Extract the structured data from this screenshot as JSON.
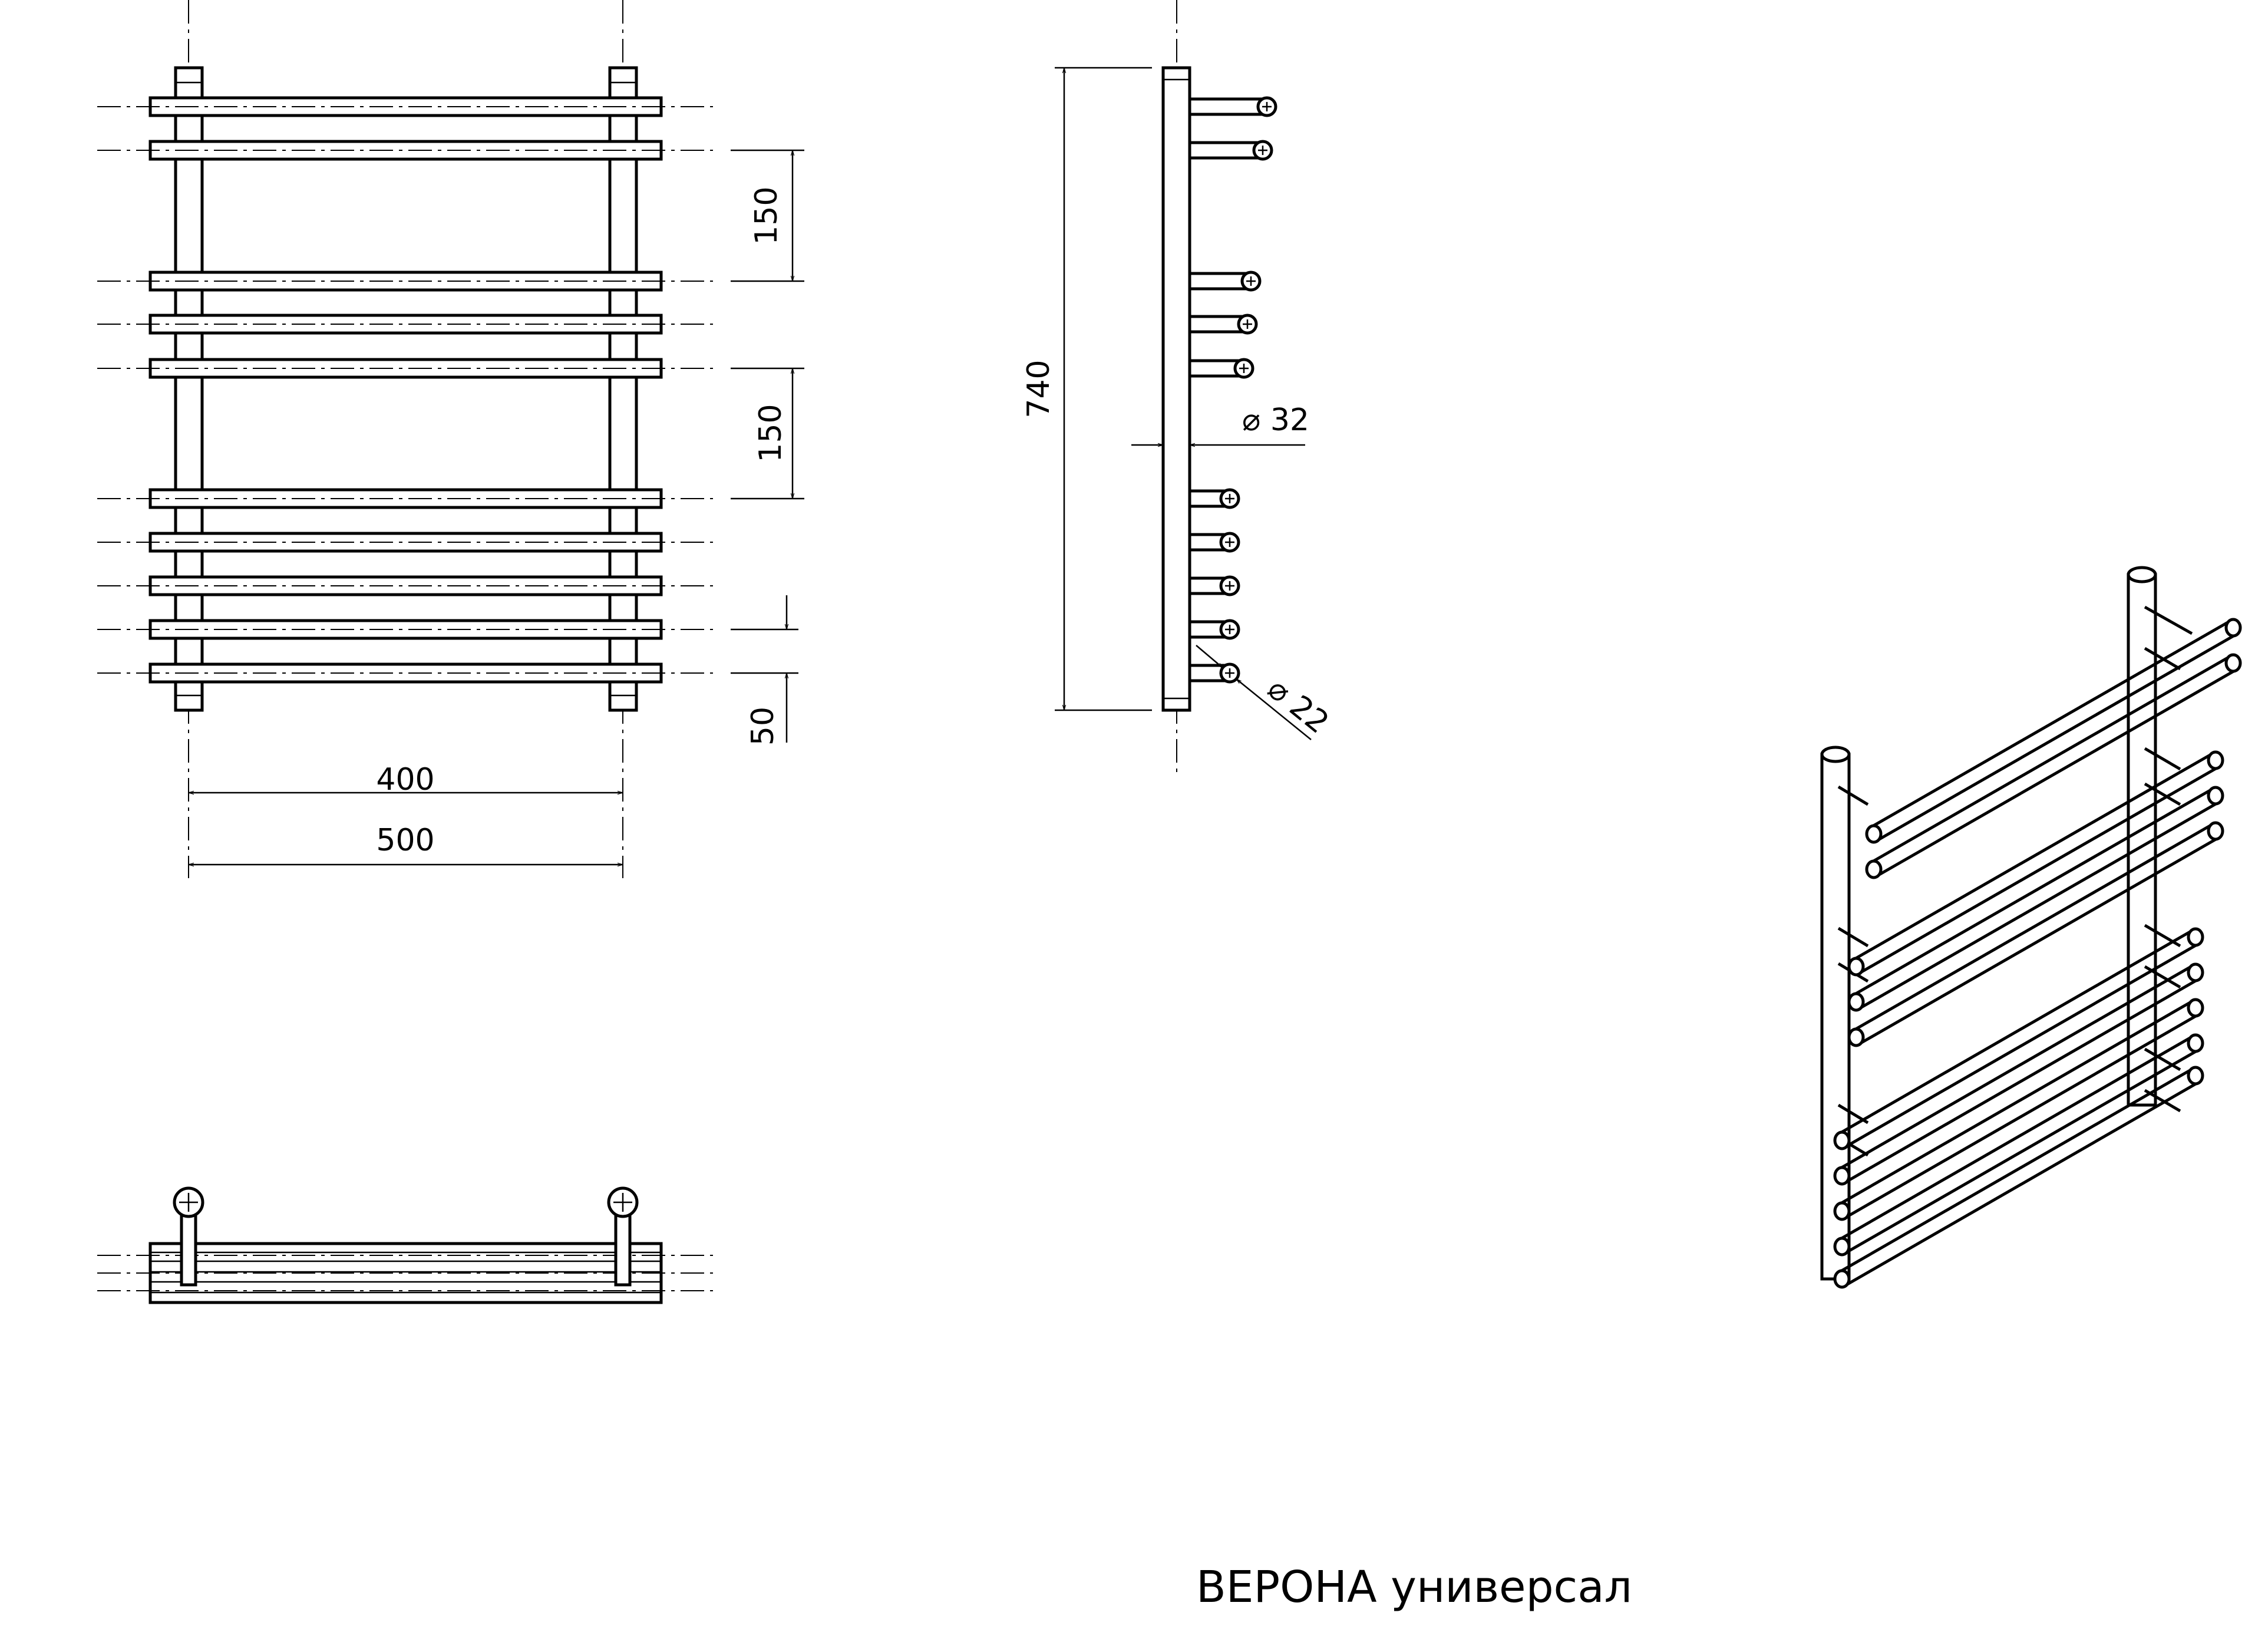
{
  "title": "ВЕРОНА универсал",
  "dimensions": {
    "pitch_upper": "150",
    "pitch_lower": "150",
    "bottom_offset": "50",
    "inner_width": "400",
    "overall_width": "500",
    "height": "740",
    "tube_diameter": "⌀ 32",
    "bar_diameter": "⌀ 22"
  }
}
